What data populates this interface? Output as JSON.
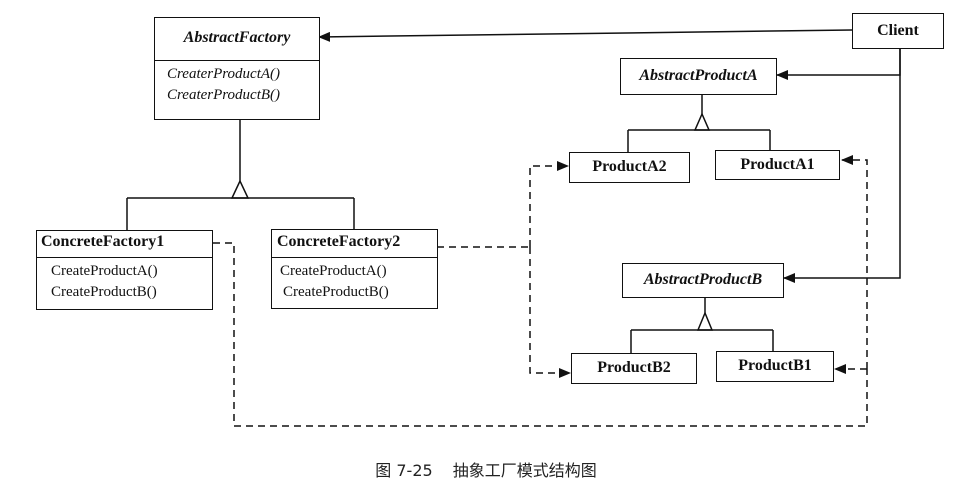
{
  "classes": {
    "abstract_factory": {
      "name": "AbstractFactory",
      "ops": [
        "CreaterProductA()",
        "CreaterProductB()"
      ]
    },
    "concrete_factory1": {
      "name": "ConcreteFactory1",
      "ops": [
        "CreateProductA()",
        "CreateProductB()"
      ]
    },
    "concrete_factory2": {
      "name": "ConcreteFactory2",
      "ops": [
        "CreateProductA()",
        "CreateProductB()"
      ]
    },
    "client": {
      "name": "Client"
    },
    "abstract_product_a": {
      "name": "AbstractProductA"
    },
    "product_a2": {
      "name": "ProductA2"
    },
    "product_a1": {
      "name": "ProductA1"
    },
    "abstract_product_b": {
      "name": "AbstractProductB"
    },
    "product_b2": {
      "name": "ProductB2"
    },
    "product_b1": {
      "name": "ProductB1"
    }
  },
  "caption": {
    "number": "图 7-25",
    "text": "抽象工厂模式结构图"
  }
}
